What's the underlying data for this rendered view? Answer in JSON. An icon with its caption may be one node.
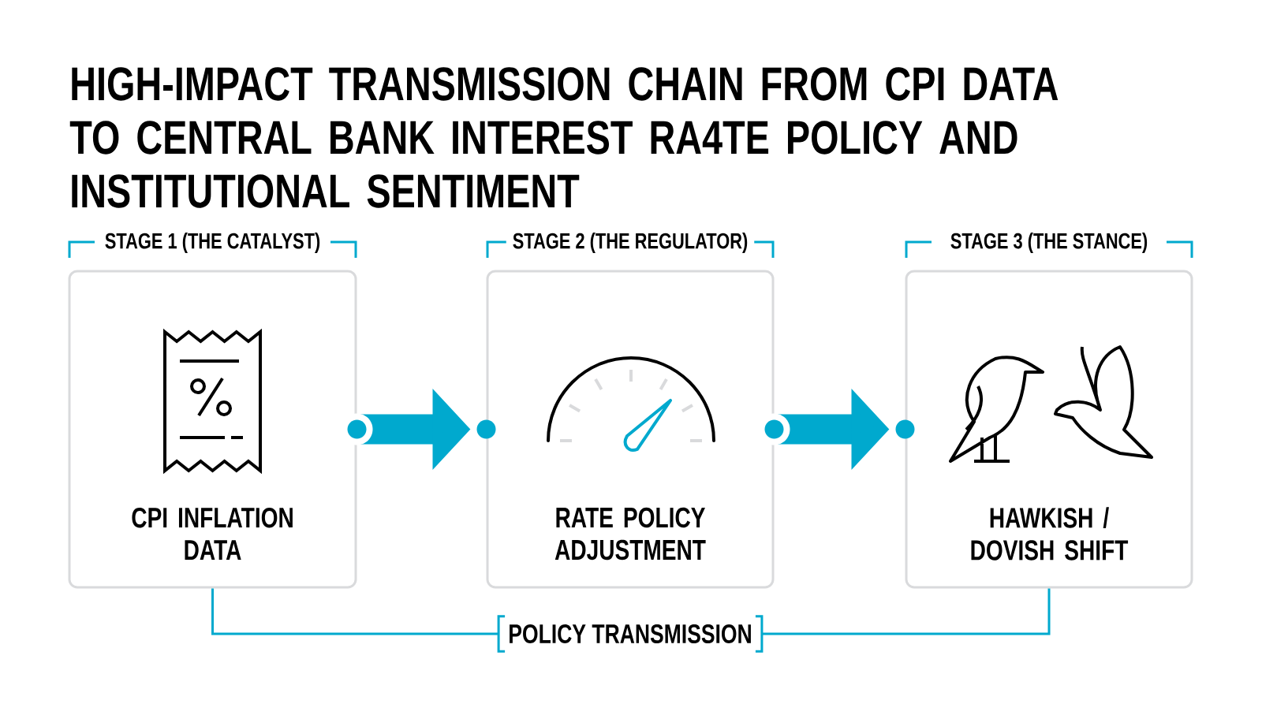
{
  "diagram": {
    "title": "HIGH-IMPACT TRANSMISSION CHAIN FROM CPI DATA TO CENTRAL BANK INTEREST RA4TE POLICY AND INSTITUTIONAL SENTIMENT",
    "nodes": [
      {
        "text": [
          "STAGE 1 (THE CATALYST)",
          "CPI INFLATION DATA"
        ]
      },
      {
        "text": [
          "STAGE 2 (THE REGULATOR)",
          "RATE POLICY ADJUSTMENT"
        ]
      },
      {
        "text": [
          "STAGE 3 (THE STANCE)",
          "HAWKISH / DOVISH SHIFT"
        ]
      },
      {
        "text": [
          "POLICY TRANSMISSION"
        ]
      }
    ],
    "edges": [
      {
        "from": 0,
        "to": 1,
        "arrow": "to",
        "style": "thick"
      },
      {
        "from": 1,
        "to": 2,
        "arrow": "to",
        "style": "thick"
      },
      {
        "from": 0,
        "to": 3,
        "arrow": "none"
      },
      {
        "from": 2,
        "to": 3,
        "arrow": "none"
      }
    ]
  }
}
